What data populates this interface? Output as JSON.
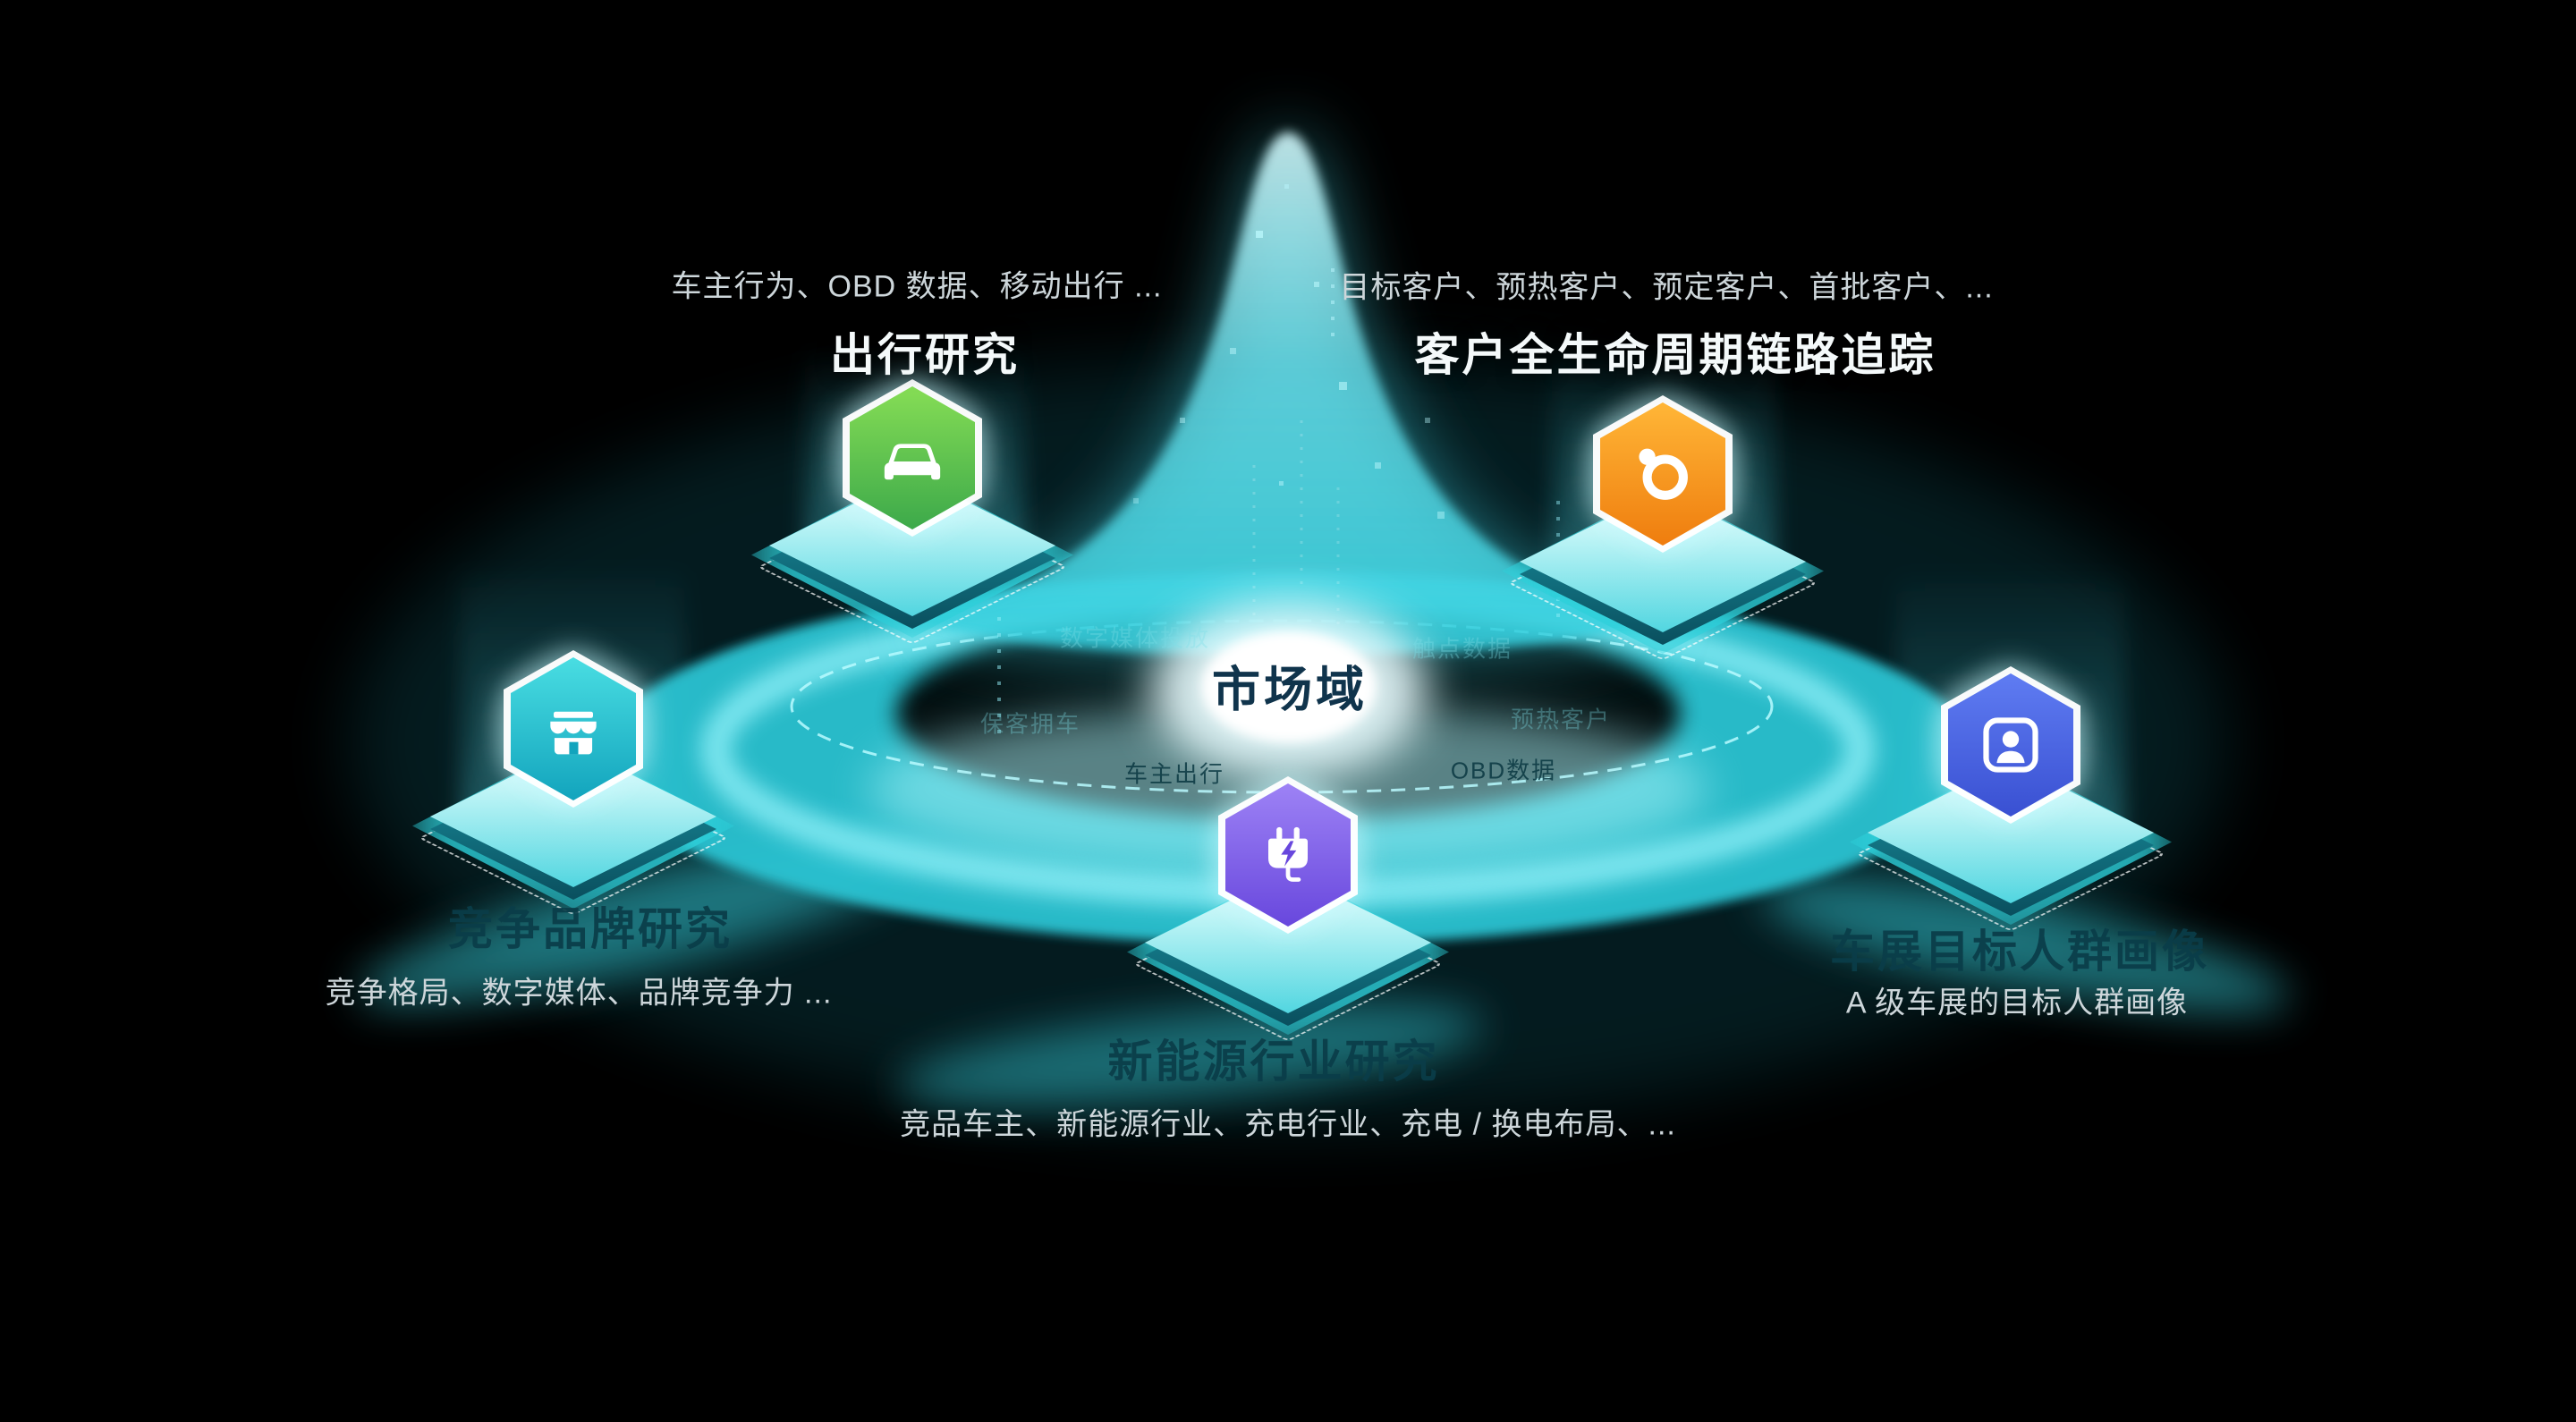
{
  "center": {
    "label": "市场域"
  },
  "nodes": [
    {
      "id": "travel-research",
      "heading": "出行研究",
      "desc": "车主行为、OBD 数据、移动出行 ...",
      "icon": "car-icon",
      "color": "#3ca94a",
      "hex_style": "--c1:#86dd55;--c2:#3ca94a"
    },
    {
      "id": "customer-lifecycle",
      "heading": "客户全生命周期链路追踪",
      "desc": "目标客户、预热客户、预定客户、首批客户、...",
      "icon": "lifecycle-orbit-icon",
      "color": "#ef7d0e",
      "hex_style": "--c1:#ffb637;--c2:#ef7d0e"
    },
    {
      "id": "brand-competition",
      "heading": "竞争品牌研究",
      "desc": "竞争格局、数字媒体、品牌竞争力 ...",
      "icon": "storefront-icon",
      "color": "#12a4bd",
      "hex_style": "--c1:#49dde2;--c2:#12a4bd"
    },
    {
      "id": "new-energy-industry",
      "heading": "新能源行业研究",
      "desc": "竞品车主、新能源行业、充电行业、充电 / 换电布局、...",
      "icon": "charging-plug-icon",
      "color": "#6847dd",
      "hex_style": "--c1:#9d82f5;--c2:#6847dd"
    },
    {
      "id": "audience-profile",
      "heading": "车展目标人群画像",
      "desc": "A 级车展的目标人群画像",
      "icon": "user-card-icon",
      "color": "#3950d2",
      "hex_style": "--c1:#5f7cf2;--c2:#3950d2"
    }
  ],
  "watermarks": [
    "数字媒体投放",
    "触点数据",
    "保客拥车",
    "预热客户",
    "车主出行",
    "OBD数据"
  ],
  "colors": {
    "background": "#000000",
    "glow_teal": "#2ac3d2",
    "bright_cyan": "#9ff2fa",
    "text_light": "#cdd6da",
    "text_dim": "#0a3d49"
  }
}
